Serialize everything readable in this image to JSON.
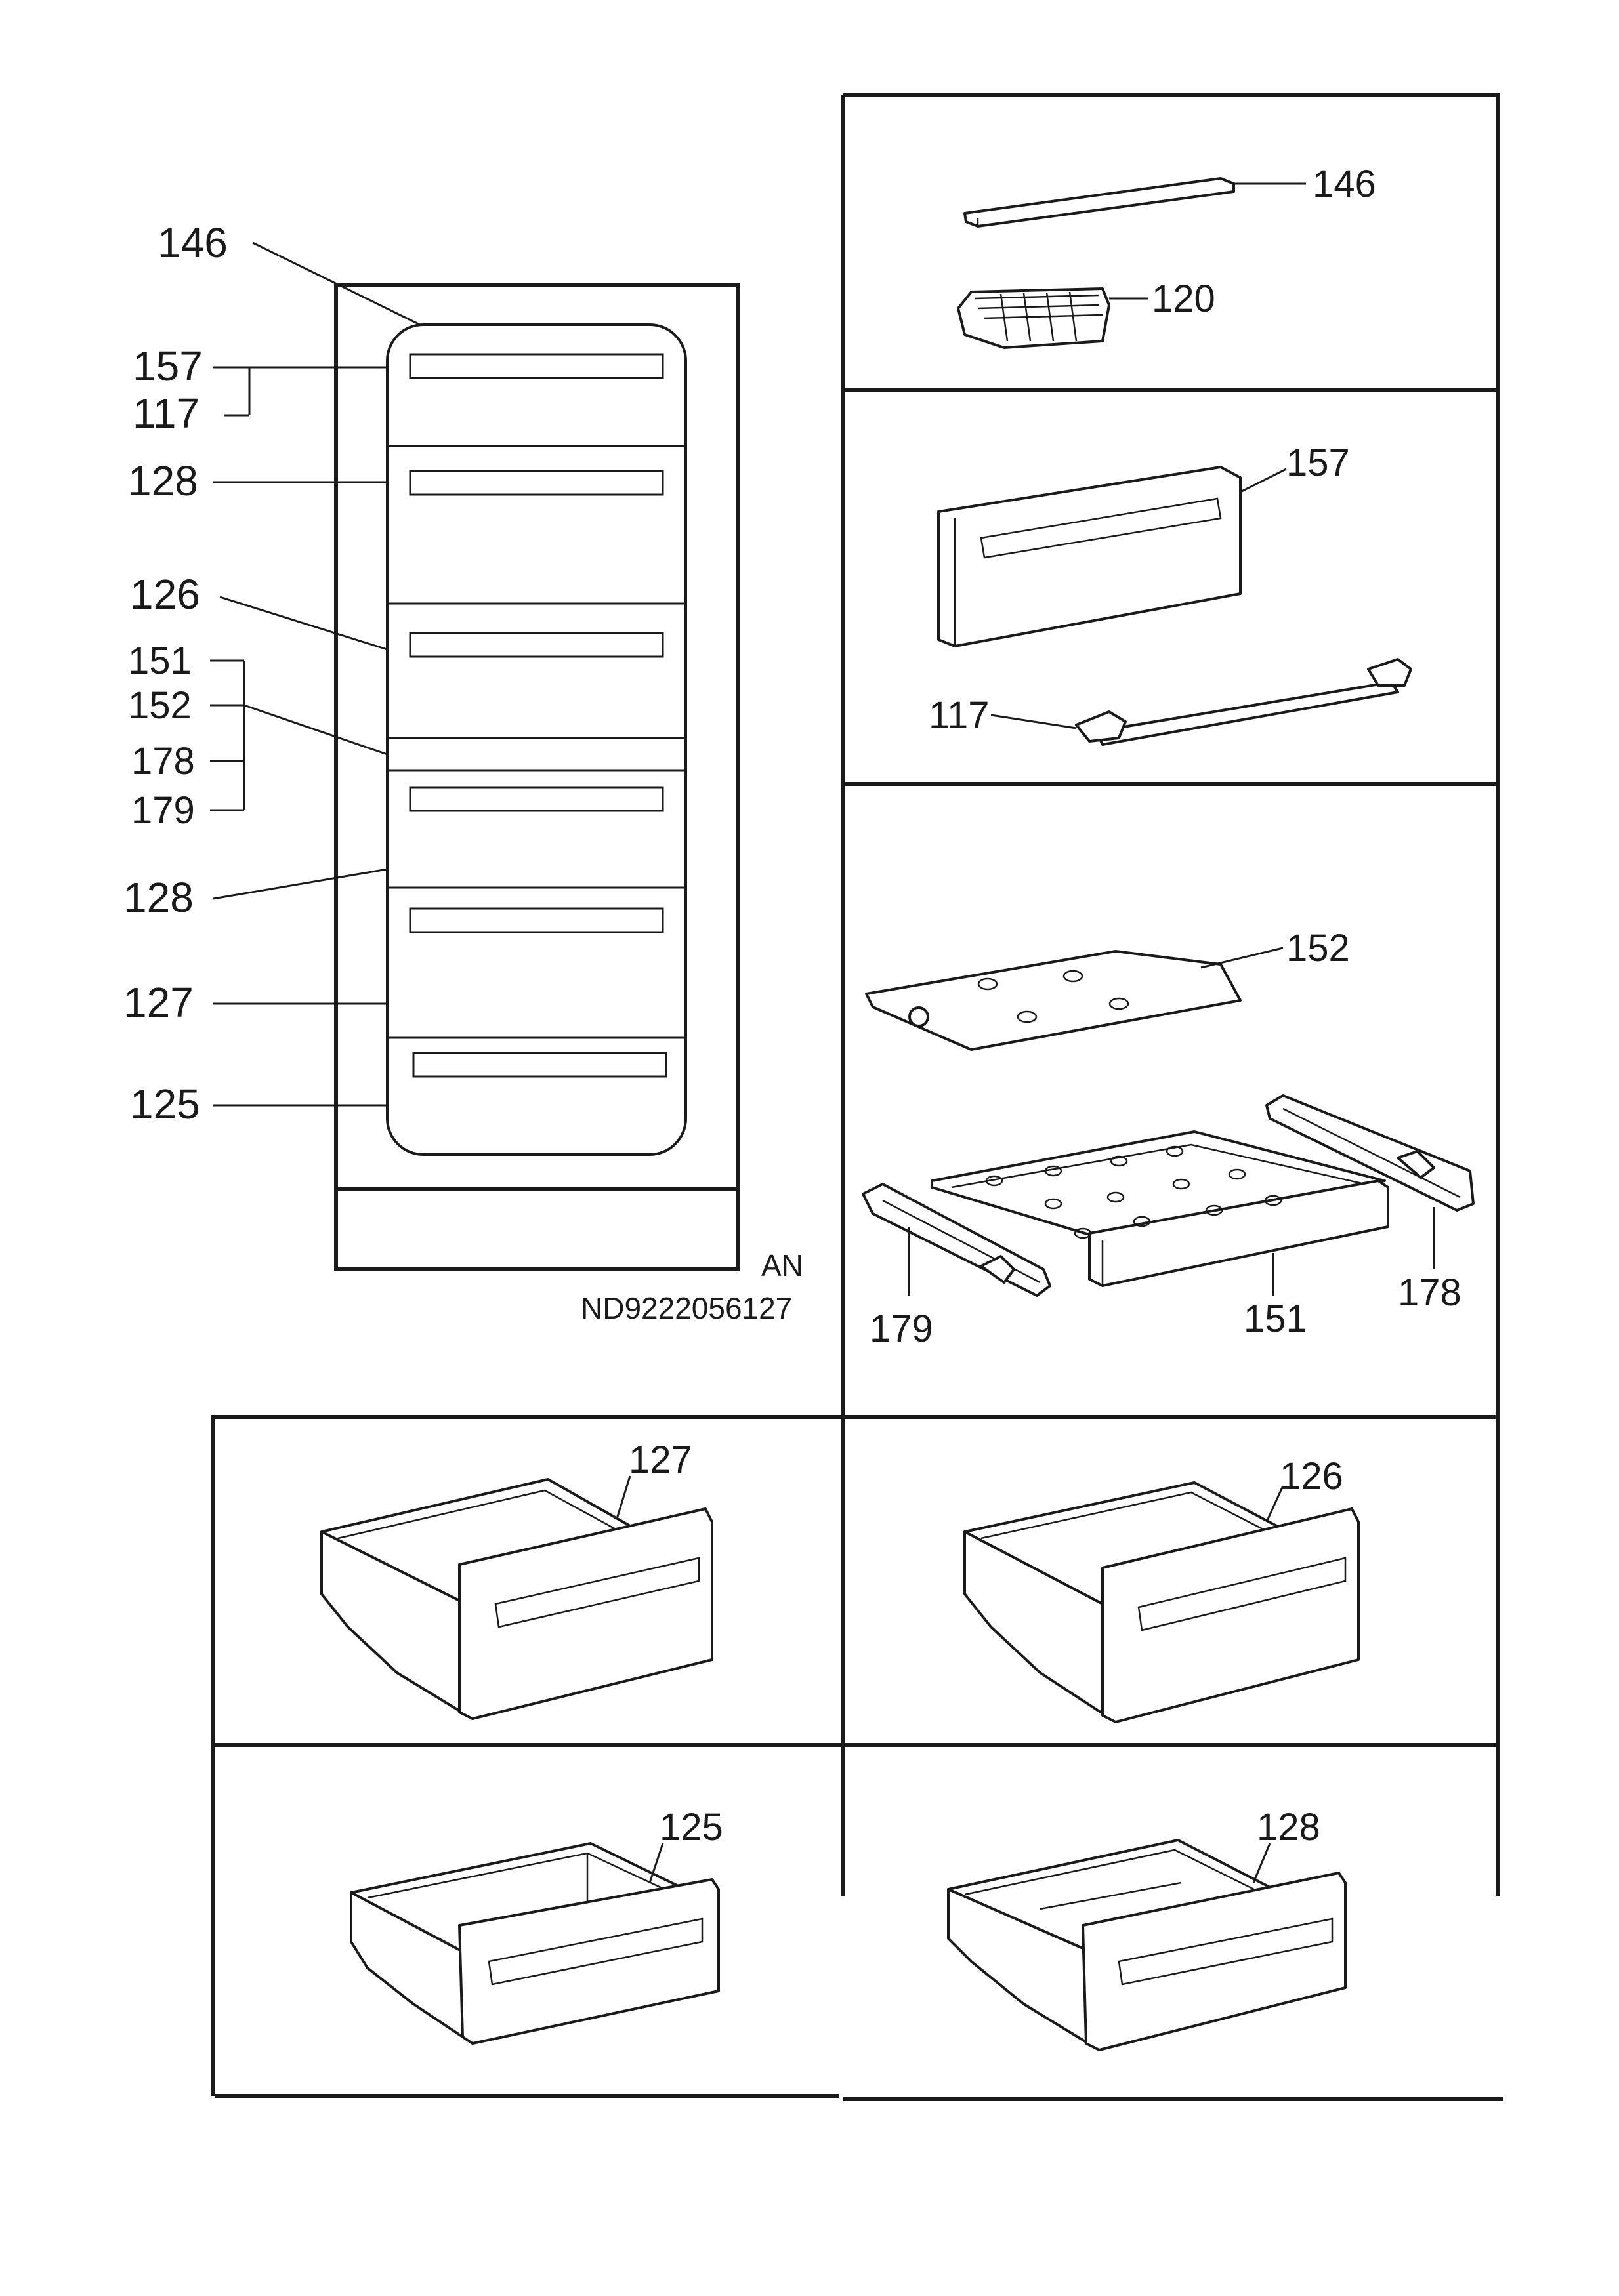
{
  "overview": {
    "callouts_left": [
      "146",
      "157",
      "117",
      "128",
      "126",
      "151",
      "152",
      "178",
      "179",
      "128",
      "127",
      "125"
    ],
    "variant": "AN",
    "document_code": "ND9222056127"
  },
  "parts": {
    "p146": "146",
    "p120": "120",
    "p157": "157",
    "p117": "117",
    "p152": "152",
    "p179": "179",
    "p151": "151",
    "p178": "178",
    "p127": "127",
    "p126": "126",
    "p125": "125",
    "p128": "128"
  }
}
